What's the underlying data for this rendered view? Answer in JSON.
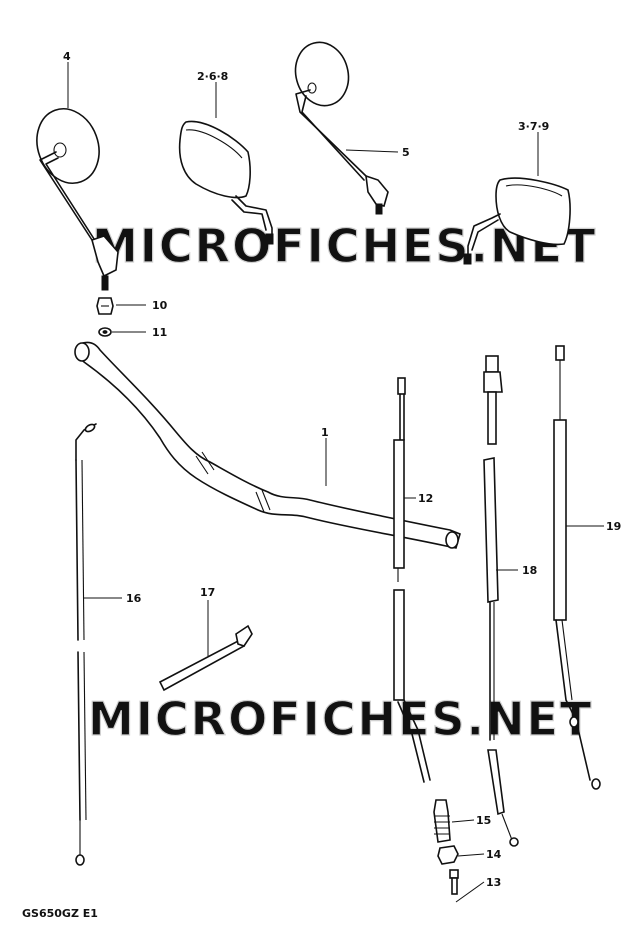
{
  "diagram": {
    "model_code": "GS650GZ  E1",
    "watermarks": [
      "MICROFICHES.NET",
      "MICROFICHES.NET"
    ],
    "callouts": {
      "c1": "1",
      "c2_6_8": "2·6·8",
      "c3_7_9": "3·7·9",
      "c4": "4",
      "c5": "5",
      "c10": "10",
      "c11": "11",
      "c12": "12",
      "c13": "13",
      "c14": "14",
      "c15": "15",
      "c16": "16",
      "c17": "17",
      "c18": "18",
      "c19": "19"
    }
  }
}
